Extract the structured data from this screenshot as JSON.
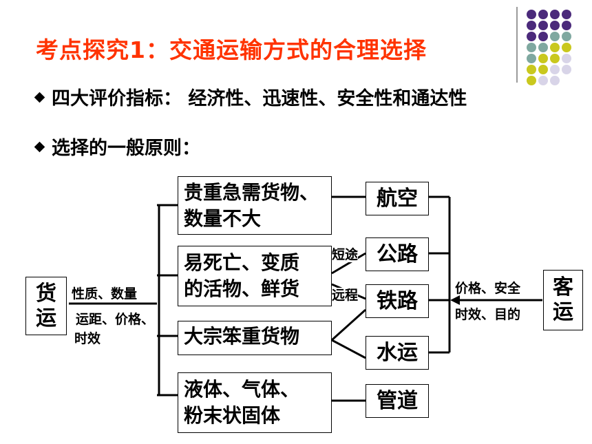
{
  "title": "考点探究1：交通运输方式的合理选择",
  "bullets": [
    "四大评价指标： 经济性、迅速性、安全性和通达性",
    "选择的一般原则："
  ],
  "colors": {
    "title": "#ff3300",
    "dot_purple": "#4b2a7b",
    "dot_teal": "#7fa8a0",
    "dot_yellow": "#c9c81e",
    "dot_lavender": "#d8d4e8"
  },
  "diagram": {
    "left_node": "货运",
    "right_node": "客运",
    "left_labels": [
      "性质、数量",
      "运距、价格、",
      "时效"
    ],
    "right_labels": [
      "价格、安全",
      "时效、目的"
    ],
    "cargo": [
      {
        "line1": "贵重急需货物、",
        "line2": "数量不大"
      },
      {
        "line1": "易死亡、变质",
        "line2": "的活物、鲜货"
      },
      {
        "line1": "大宗笨重货物",
        "line2": ""
      },
      {
        "line1": "液体、气体、",
        "line2": "粉末状固体"
      }
    ],
    "modes": [
      "航空",
      "公路",
      "铁路",
      "水运",
      "管道"
    ],
    "distance_labels": [
      "短途",
      "远程"
    ]
  }
}
